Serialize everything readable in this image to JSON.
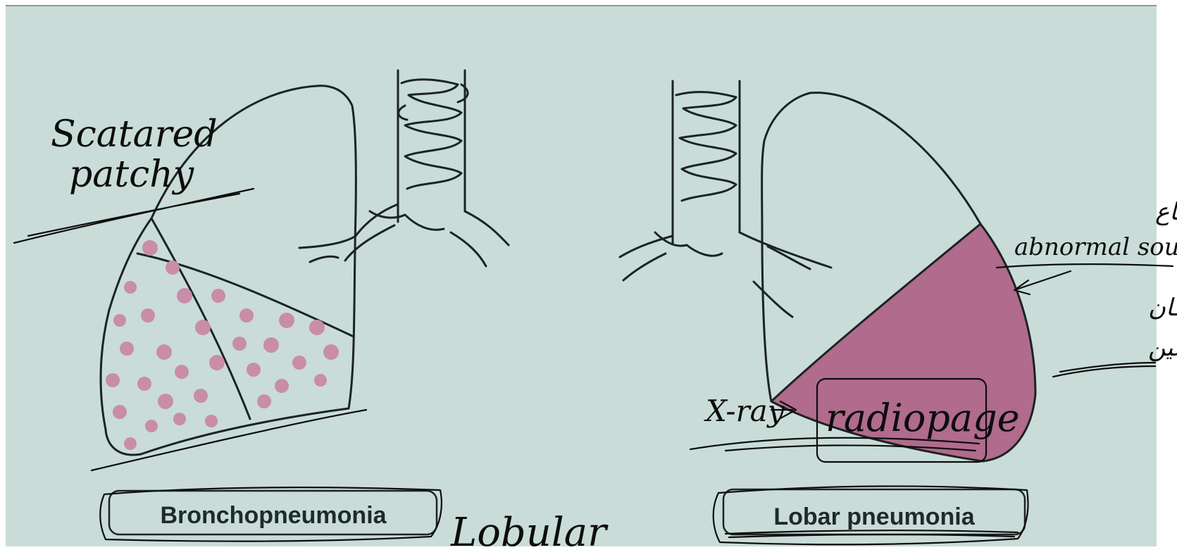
{
  "captions": {
    "left": "Bronchopneumonia",
    "right": "Lobar pneumonia"
  },
  "annotations": {
    "left_top_line1": "Scatared",
    "left_top_line2": "patchy",
    "left_bottom": "Lobular",
    "right_arabic_1": "سماع",
    "right_abnormal": "abnormal sound",
    "right_arabic_2": "في مكان",
    "right_arabic_3": "معين",
    "right_xray": "X-ray",
    "right_radiopaque": "radiopage"
  },
  "colors": {
    "background": "#c9dcd8",
    "consolidation": "#b06b8d",
    "patch": "#c98da8",
    "ink": "#0d0d0d"
  }
}
